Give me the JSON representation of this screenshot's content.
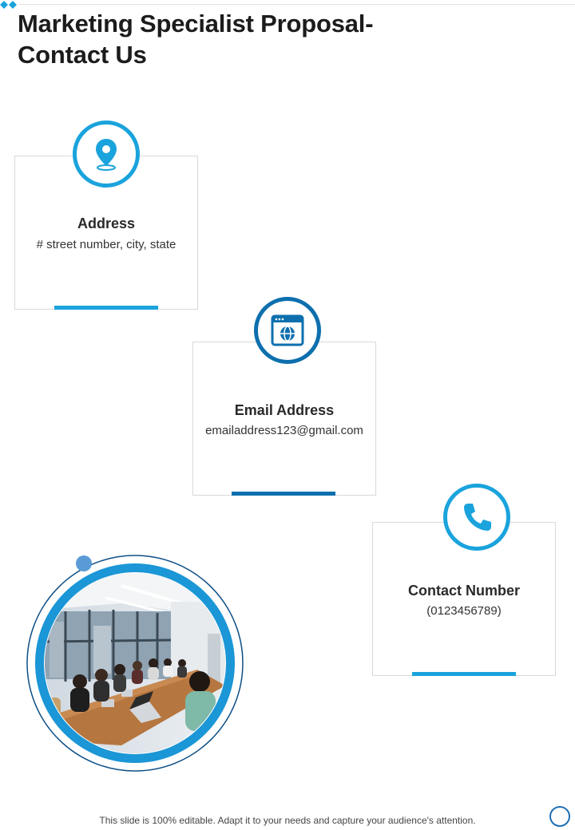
{
  "title": {
    "line1": "Marketing Specialist Proposal-",
    "line2": "Contact Us"
  },
  "cards": [
    {
      "heading": "Address",
      "text": "# street number,  city,  state",
      "icon": "location-pin-icon"
    },
    {
      "heading": "Email Address",
      "text": "emailaddress123@gmail.com",
      "icon": "web-browser-globe-icon"
    },
    {
      "heading": "Contact Number",
      "text": "(0123456789)",
      "icon": "phone-icon"
    }
  ],
  "photo": {
    "subject": "meeting-room-photo"
  },
  "footer": {
    "note": "This slide is 100% editable. Adapt it to your needs and capture your audience's attention."
  },
  "colors": {
    "accent_light": "#1aa3dc",
    "accent_dark": "#0d6fae",
    "photo_ring": "#1b96d6",
    "dot": "#5b9bd5"
  }
}
